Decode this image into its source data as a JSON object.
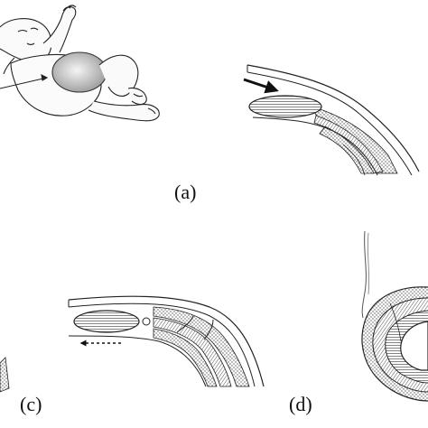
{
  "labels": {
    "a": "(a)",
    "c": "(c)",
    "d": "(d)"
  },
  "colors": {
    "ink": "#1a1a1a",
    "hatch": "#777777",
    "skin": "#f2f2f2",
    "shade": "#bfbfbf"
  },
  "icons": {
    "infant": "infant-abdomen-illustration",
    "section_a": "bowel-section-arrow",
    "section_c": "bowel-section-dashed-arrow",
    "section_d": "circular-cross-section"
  }
}
